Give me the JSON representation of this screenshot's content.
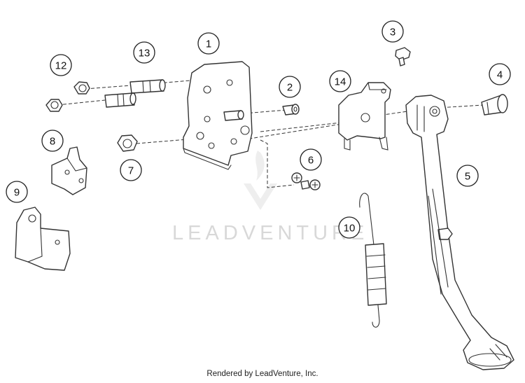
{
  "watermark": {
    "text": "LEADVENTURE"
  },
  "footer": {
    "credit": "Rendered by LeadVenture, Inc."
  },
  "callouts": [
    {
      "label": "1"
    },
    {
      "label": "2"
    },
    {
      "label": "3"
    },
    {
      "label": "4"
    },
    {
      "label": "5"
    },
    {
      "label": "6"
    },
    {
      "label": "7"
    },
    {
      "label": "8"
    },
    {
      "label": "9"
    },
    {
      "label": "10"
    },
    {
      "label": "12"
    },
    {
      "label": "13"
    },
    {
      "label": "14"
    }
  ]
}
